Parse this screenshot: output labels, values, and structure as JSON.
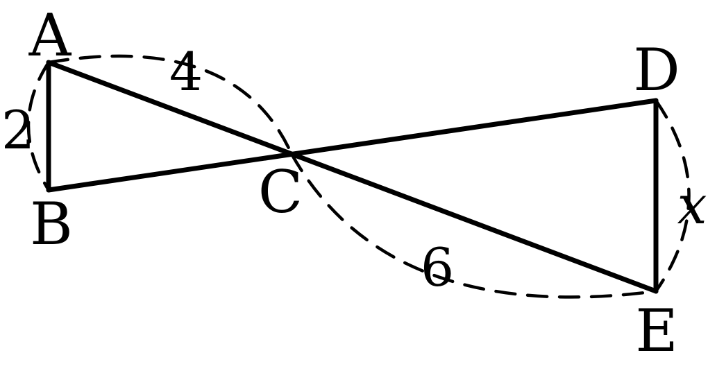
{
  "points": {
    "A": "A",
    "B": "B",
    "C": "C",
    "D": "D",
    "E": "E"
  },
  "lengths": {
    "AB": "2",
    "AC": "4",
    "CE": "6",
    "DE": "x"
  },
  "colors": {
    "stroke": "#000000",
    "background": "#ffffff"
  }
}
